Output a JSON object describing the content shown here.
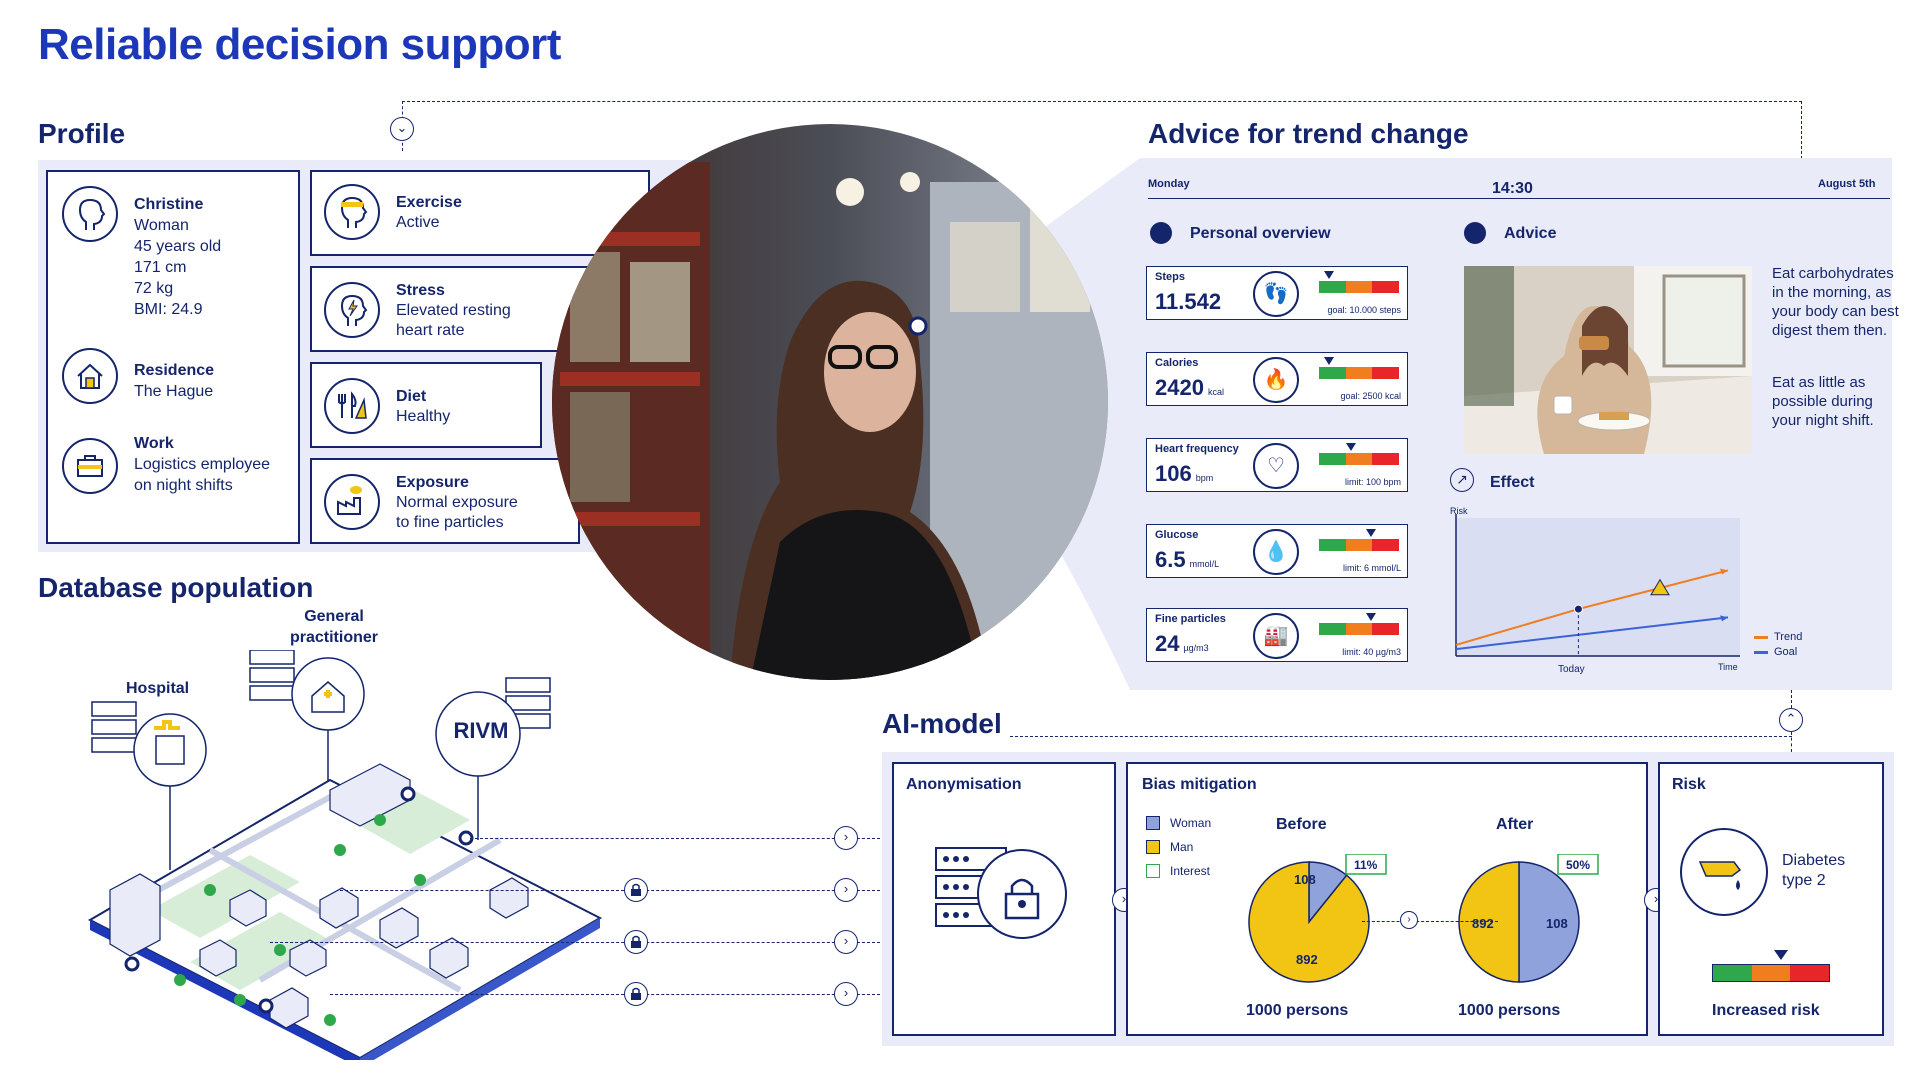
{
  "title": "Reliable decision support",
  "profile": {
    "heading": "Profile",
    "person": {
      "name": "Christine",
      "lines": [
        "Woman",
        "45 years old",
        "171 cm",
        "72 kg",
        "BMI: 24.9"
      ]
    },
    "residence": {
      "label": "Residence",
      "value": "The Hague"
    },
    "work": {
      "label": "Work",
      "lines": [
        "Logistics employee",
        "on night shifts"
      ]
    },
    "factors": [
      {
        "label": "Exercise",
        "lines": [
          "Active"
        ]
      },
      {
        "label": "Stress",
        "lines": [
          "Elevated resting",
          "heart rate"
        ]
      },
      {
        "label": "Diet",
        "lines": [
          "Healthy"
        ]
      },
      {
        "label": "Exposure",
        "lines": [
          "Normal exposure",
          "to fine particles"
        ]
      }
    ]
  },
  "database": {
    "heading": "Database population",
    "general_practitioner": [
      "General",
      "practitioner"
    ],
    "hospital": "Hospital",
    "rivm": "RIVM"
  },
  "advice_section": {
    "heading": "Advice for trend change",
    "day": "Monday",
    "time": "14:30",
    "date": "August 5th",
    "overview_heading": "Personal overview",
    "metrics": [
      {
        "label": "Steps",
        "value": "11.542",
        "unit": "",
        "note": "goal: 10.000 steps",
        "pointer": 0.12
      },
      {
        "label": "Calories",
        "value": "2420",
        "unit": "kcal",
        "note": "goal: 2500 kcal",
        "pointer": 0.12
      },
      {
        "label": "Heart frequency",
        "value": "106",
        "unit": "bpm",
        "note": "limit: 100 bpm",
        "pointer": 0.4
      },
      {
        "label": "Glucose",
        "value": "6.5",
        "unit": "mmol/L",
        "note": "limit: 6 mmol/L",
        "pointer": 0.65
      },
      {
        "label": "Fine particles",
        "value": "24",
        "unit": "µg/m3",
        "note": "limit: 40 µg/m3",
        "pointer": 0.65
      }
    ],
    "advice_heading": "Advice",
    "advice_text": [
      "Eat carbohydrates in the morning, as your body can best digest them then.",
      "Eat as little as possible during your night shift."
    ],
    "effect_heading": "Effect"
  },
  "effect_chart": {
    "type": "line",
    "ylabel": "Risk",
    "xlabel": "Time",
    "x_marker": "Today",
    "legend_position": "right",
    "series": [
      {
        "name": "Trend",
        "color": "#f07d1e",
        "points": [
          [
            0,
            0.08
          ],
          [
            0.45,
            0.34
          ],
          [
            1,
            0.62
          ]
        ]
      },
      {
        "name": "Goal",
        "color": "#3a63d8",
        "points": [
          [
            0,
            0.05
          ],
          [
            1,
            0.28
          ]
        ]
      }
    ]
  },
  "ai_model": {
    "heading": "AI-model",
    "anonymisation": "Anonymisation",
    "bias_heading": "Bias mitigation",
    "legend": [
      "Woman",
      "Man",
      "Interest"
    ],
    "before_label": "Before",
    "after_label": "After",
    "before_caption": "1000 persons",
    "after_caption": "1000 persons",
    "risk_heading": "Risk",
    "risk_condition": [
      "Diabetes",
      "type 2"
    ],
    "risk_result": "Increased risk"
  },
  "chart_data": [
    {
      "type": "pie",
      "title": "Before",
      "categories": [
        "Woman",
        "Man"
      ],
      "values": [
        108,
        892
      ],
      "annotation": "11%",
      "caption": "1000 persons",
      "colors": [
        "#8fa2dc",
        "#f2c514"
      ]
    },
    {
      "type": "pie",
      "title": "After",
      "categories": [
        "Woman",
        "Man"
      ],
      "values": [
        108,
        892
      ],
      "annotation": "50%",
      "caption": "1000 persons",
      "display_share": [
        0.5,
        0.5
      ],
      "colors": [
        "#8fa2dc",
        "#f2c514"
      ]
    }
  ],
  "colors": {
    "title_blue": "#1c38b8",
    "navy": "#14256b",
    "panel": "#e9ecf8",
    "green": "#2ea84a",
    "orange": "#f07d1e",
    "red": "#e8262a",
    "yellow": "#f2c514",
    "lavender": "#8fa2dc"
  }
}
